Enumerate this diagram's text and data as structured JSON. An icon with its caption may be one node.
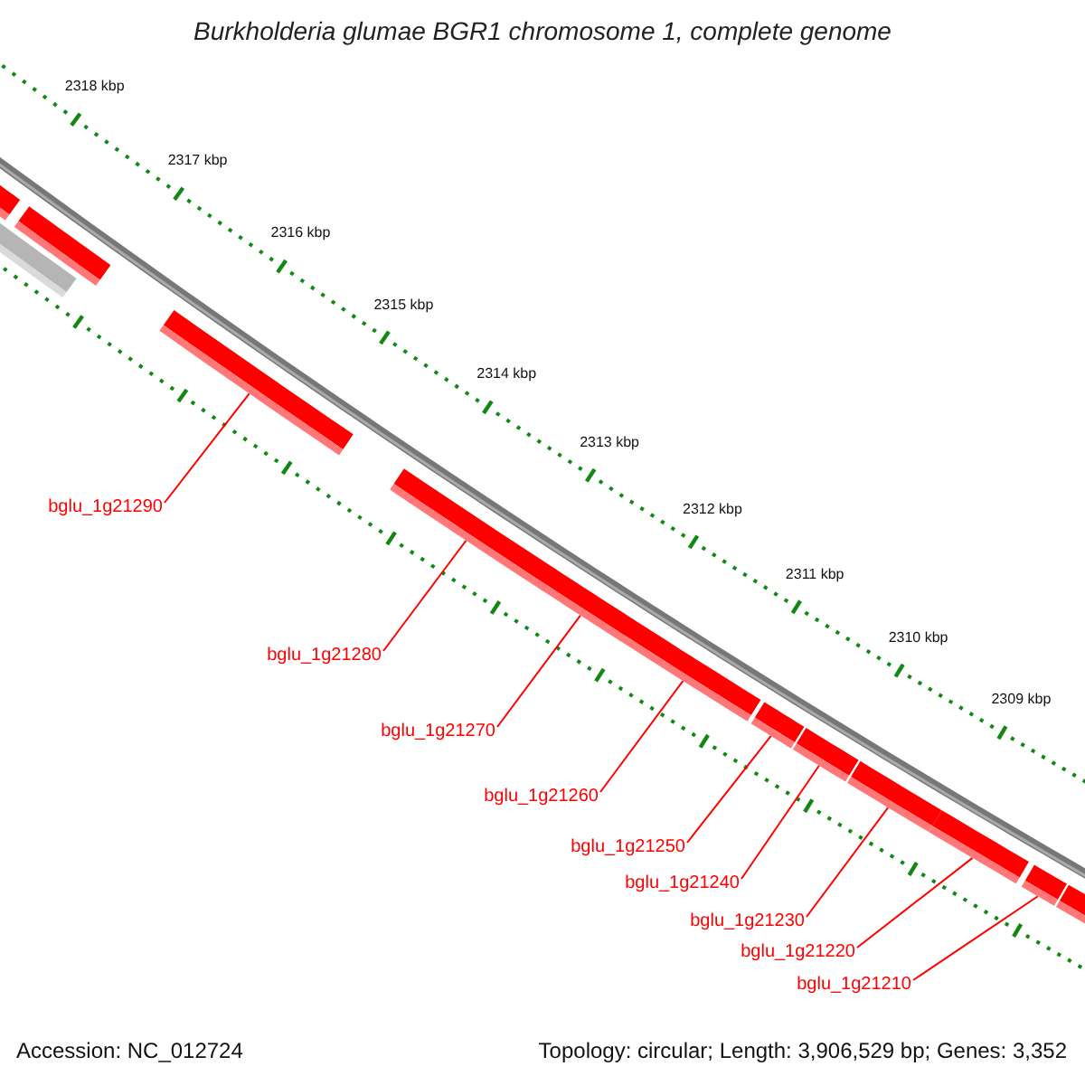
{
  "diagram": {
    "title": "Burkholderia glumae BGR1 chromosome 1, complete genome",
    "nodes": [
      {
        "text": [],
        "shape": "bar"
      },
      {
        "text": [],
        "shape": "bar"
      },
      {
        "text": [],
        "shape": "bar"
      },
      {
        "text": [],
        "shape": "bar"
      },
      {
        "text": [],
        "shape": "bar"
      },
      {
        "text": [],
        "shape": "bar"
      },
      {
        "text": [],
        "shape": "bar"
      },
      {
        "text": [],
        "shape": "bar"
      },
      {
        "text": [],
        "shape": "bar"
      },
      {
        "text": [],
        "shape": "bar"
      },
      {
        "text": [],
        "shape": "bar"
      },
      {
        "text": [],
        "shape": "bar"
      },
      {
        "text": [],
        "shape": "bar"
      },
      {
        "text": [
          "bglu_1g21290"
        ]
      },
      {
        "text": [
          "bglu_1g21280"
        ]
      },
      {
        "text": [
          "bglu_1g21270"
        ]
      },
      {
        "text": [
          "bglu_1g21260"
        ]
      },
      {
        "text": [
          "bglu_1g21250"
        ]
      },
      {
        "text": [
          "bglu_1g21240"
        ]
      },
      {
        "text": [
          "bglu_1g21230"
        ]
      },
      {
        "text": [
          "bglu_1g21220"
        ]
      },
      {
        "text": [
          "bglu_1g21210"
        ]
      }
    ],
    "edges": [
      {
        "from": 13,
        "to": 3,
        "arrow": "none"
      },
      {
        "from": 14,
        "to": 4,
        "arrow": "none"
      },
      {
        "from": 15,
        "to": 5,
        "arrow": "none"
      },
      {
        "from": 16,
        "to": 6,
        "arrow": "none"
      },
      {
        "from": 17,
        "to": 7,
        "arrow": "none"
      },
      {
        "from": 18,
        "to": 8,
        "arrow": "none"
      },
      {
        "from": 19,
        "to": 9,
        "arrow": "none"
      },
      {
        "from": 20,
        "to": 10,
        "arrow": "none"
      },
      {
        "from": 21,
        "to": 11,
        "arrow": "none"
      }
    ],
    "labels": [
      "2318 kbp",
      "2317 kbp",
      "2316 kbp",
      "2315 kbp",
      "2314 kbp",
      "2313 kbp",
      "2312 kbp",
      "2311 kbp",
      "2310 kbp",
      "2309 kbp",
      "Accession: NC_012724",
      "Topology: circular; Length: 3,906,529 bp; Genes: 3,352"
    ]
  }
}
